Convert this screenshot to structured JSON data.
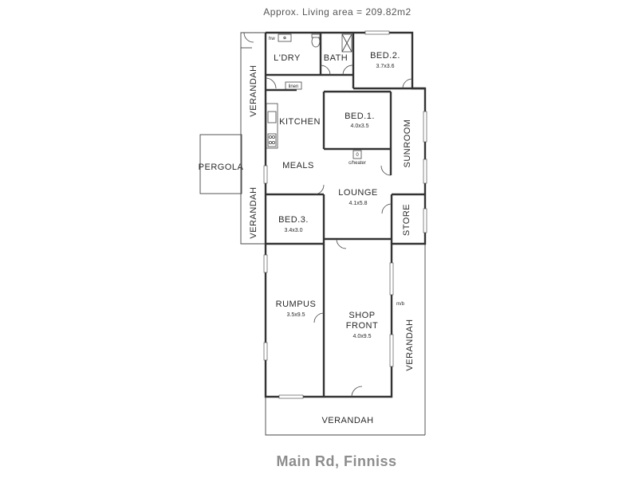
{
  "header": {
    "area_text": "Approx. Living area = 209.82m2"
  },
  "rooms": {
    "laundry": "L'DRY",
    "bath": "BATH",
    "bed2": {
      "name": "BED.2.",
      "size": "3.7x3.6"
    },
    "kitchen": "KITCHEN",
    "bed1": {
      "name": "BED.1.",
      "size": "4.0x3.5"
    },
    "sunroom": "SUNROOM",
    "meals": "MEALS",
    "lounge": {
      "name": "LOUNGE",
      "size": "4.1x5.8"
    },
    "bed3": {
      "name": "BED.3.",
      "size": "3.4x3.0"
    },
    "store": "STORE",
    "rumpus": {
      "name": "RUMPUS",
      "size": "3.5x9.5"
    },
    "shop_front": {
      "line1": "SHOP",
      "line2": "FRONT",
      "size": "4.0x9.5"
    },
    "pergola": "PERGOLA",
    "verandah_west_top": "VERANDAH",
    "verandah_west_bottom": "VERANDAH",
    "verandah_east": "VERANDAH",
    "verandah_south": "VERANDAH"
  },
  "fixtures": {
    "hot_water": "hw",
    "linen": "linen",
    "heater_mark": "0",
    "heater": "c/heater",
    "meter_box": "m/b"
  },
  "footer": {
    "address": "Main Rd, Finniss"
  }
}
